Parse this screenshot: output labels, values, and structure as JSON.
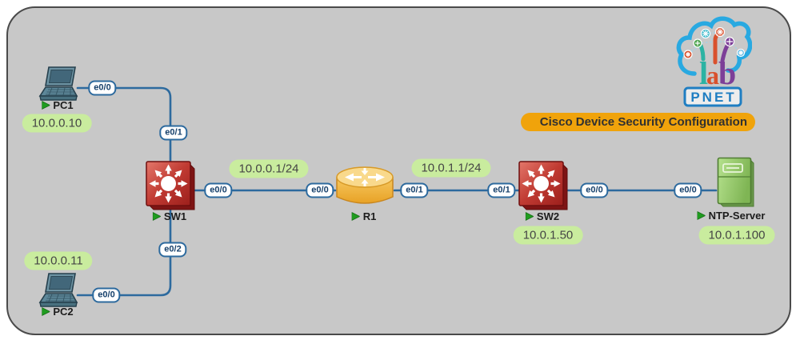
{
  "brand": {
    "lab_letters": [
      "l",
      "a",
      "b"
    ],
    "name": "PNET"
  },
  "banner": {
    "text": "Cisco Device Security Configuration"
  },
  "devices": {
    "pc1": {
      "label": "PC1",
      "ip": "10.0.0.10"
    },
    "pc2": {
      "label": "PC2",
      "ip": "10.0.0.11"
    },
    "sw1": {
      "label": "SW1"
    },
    "r1": {
      "label": "R1"
    },
    "sw2": {
      "label": "SW2",
      "ip": "10.0.1.50"
    },
    "ntp": {
      "label": "NTP-Server",
      "ip": "10.0.1.100"
    }
  },
  "interfaces": {
    "pc1_e00": "e0/0",
    "sw1_e01": "e0/1",
    "sw1_e02": "e0/2",
    "pc2_e00": "e0/0",
    "sw1_e00": "e0/0",
    "r1_e00": "e0/0",
    "r1_e01": "e0/1",
    "sw2_e01": "e0/1",
    "sw2_e00": "e0/0",
    "ntp_e00": "e0/0"
  },
  "networks": {
    "lan1": "10.0.0.1/24",
    "lan2": "10.0.1.1/24"
  },
  "colors": {
    "canvas-bg": "#c8c8c8",
    "canvas-border": "#4a4a4a",
    "link": "#2d6a9e",
    "if-text": "#16406b",
    "ip-bg": "#c9ec9e",
    "ip-text": "#454545",
    "banner-bg": "#f0a30b",
    "banner-text": "#313131",
    "label-text": "#1c1c1c",
    "play": "#1f9c1f"
  }
}
